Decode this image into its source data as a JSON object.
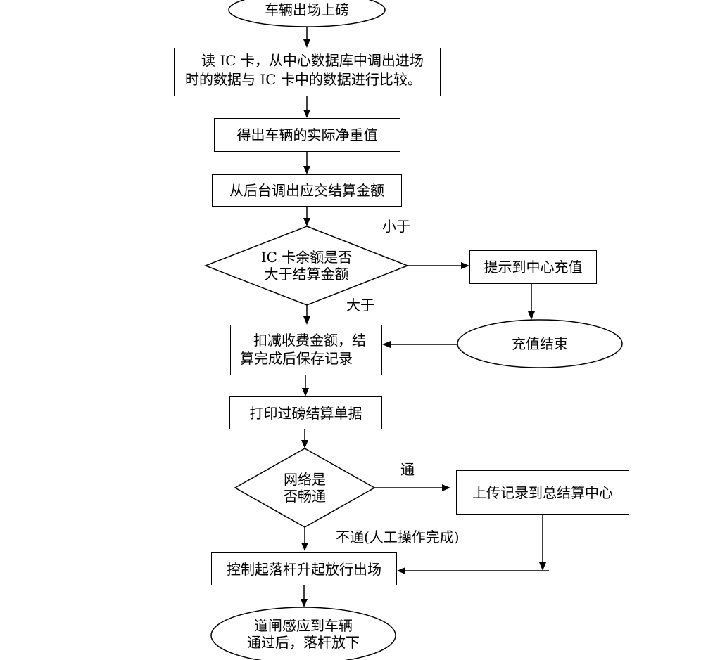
{
  "flowchart": {
    "start": {
      "label": "车辆出场上磅"
    },
    "read_ic": {
      "line1": "读 IC 卡，从中心数据库中调出进场",
      "line2": "时的数据与 IC 卡中的数据进行比较。"
    },
    "net_weight": {
      "label": "得出车辆的实际净重值"
    },
    "fetch_amount": {
      "label": "从后台调出应交结算金额"
    },
    "balance_check": {
      "line1": "IC 卡余额是否",
      "line2": "大于结算金额"
    },
    "edge_less": {
      "label": "小于"
    },
    "edge_greater": {
      "label": "大于"
    },
    "recharge_prompt": {
      "label": "提示到中心充值"
    },
    "recharge_done": {
      "label": "充值结束"
    },
    "deduct": {
      "line1": "扣减收费金额，结",
      "line2": "算完成后保存记录"
    },
    "print": {
      "label": "打印过磅结算单据"
    },
    "network_check": {
      "line1": "网络是",
      "line2": "否畅通"
    },
    "edge_ok": {
      "label": "通"
    },
    "edge_fail": {
      "label": "不通(人工操作完成)"
    },
    "upload": {
      "label": "上传记录到总结算中心"
    },
    "barrier_up": {
      "label": "控制起落杆升起放行出场"
    },
    "end": {
      "line1": "道闸感应到车辆",
      "line2": "通过后，落杆放下"
    }
  }
}
